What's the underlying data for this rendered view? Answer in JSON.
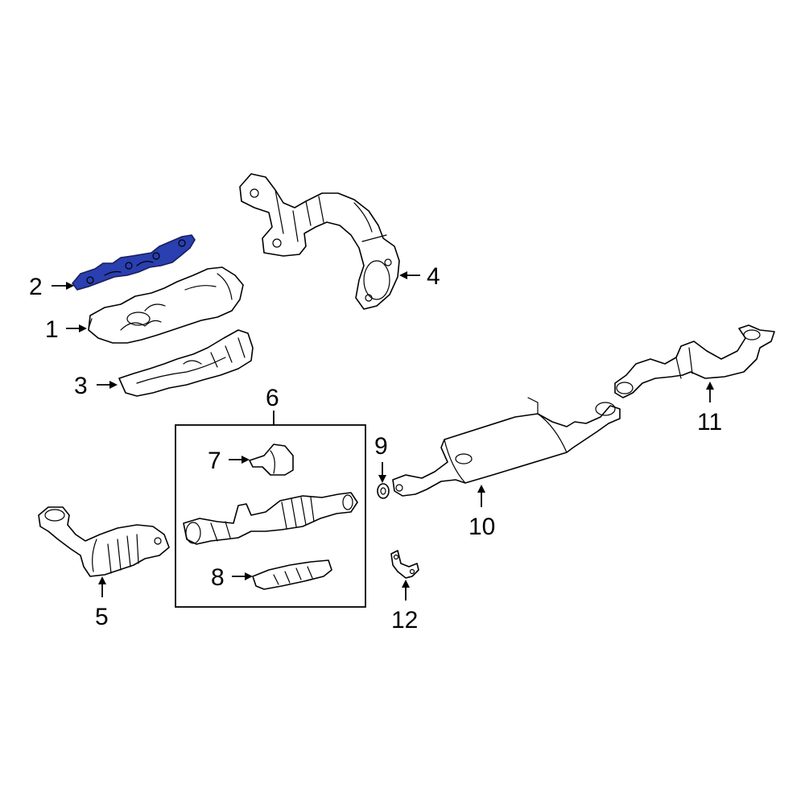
{
  "highlight_color": "#2a3fb0",
  "line_color": "#000000",
  "callouts": {
    "c1": "1",
    "c2": "2",
    "c3": "3",
    "c4": "4",
    "c5": "5",
    "c6": "6",
    "c7": "7",
    "c8": "8",
    "c9": "9",
    "c10": "10",
    "c11": "11",
    "c12": "12"
  }
}
